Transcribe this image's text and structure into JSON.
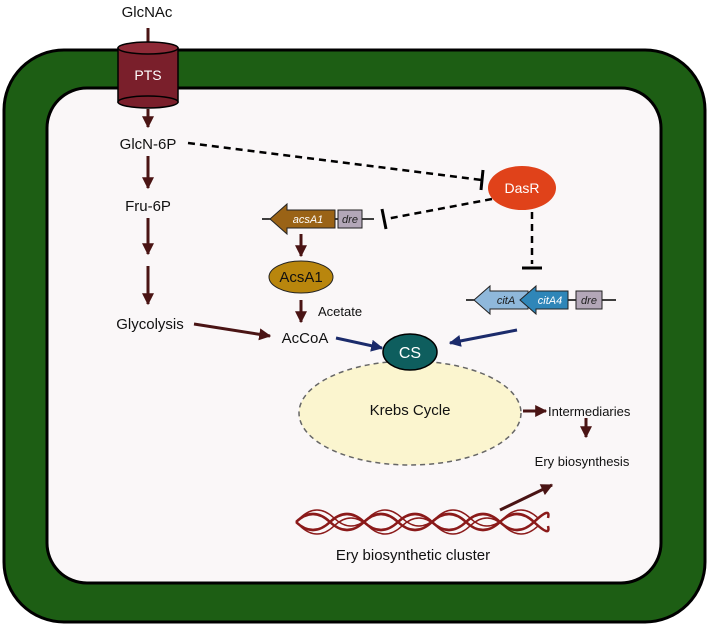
{
  "labels": {
    "glcnac": "GlcNAc",
    "pts": "PTS",
    "glcn6p": "GlcN-6P",
    "fru6p": "Fru-6P",
    "glycolysis": "Glycolysis",
    "dasr": "DasR",
    "acsa1_gene": "acsA1",
    "dre_1": "dre",
    "acsa1_protein": "AcsA1",
    "acetate": "Acetate",
    "accoa": "AcCoA",
    "cs": "CS",
    "citA": "citA",
    "citA4": "citA4",
    "dre_2": "dre",
    "krebs": "Krebs Cycle",
    "intermediaries": "Intermediaries",
    "ery_biosynthesis": "Ery biosynthesis",
    "ery_cluster": "Ery biosynthetic cluster"
  },
  "colors": {
    "cell_wall": "#1d5e14",
    "cytoplasm": "#faf7f8",
    "arrow": "#4a1414",
    "pts": "#7a1f2b",
    "dasr": "#e0421a",
    "acsA1_gene": "#9a6316",
    "acsA1_protein": "#b9860d",
    "dre_box": "#b3a7b8",
    "citA": "#8fb8db",
    "citA4": "#2f86b8",
    "cs": "#0e5e5e",
    "krebs": "#fbf5cf",
    "blue_arrow": "#1b2b6b",
    "cluster": "#8b1a1a"
  }
}
